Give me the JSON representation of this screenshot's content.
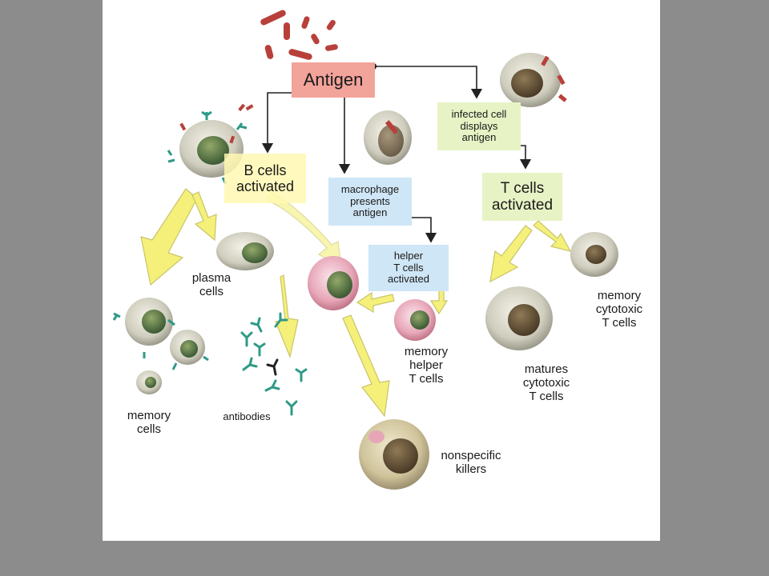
{
  "colors": {
    "background": "#8c8c8c",
    "panel": "#ffffff",
    "antigen_box": "#f2a39a",
    "green_box": "#e7f3c5",
    "blue_box": "#cfe6f6",
    "yellow_box": "#fff8b2",
    "arrow_yellow": "#f4f07a",
    "bacteria": "#b8403a",
    "antibody": "#2f9a86"
  },
  "boxes": {
    "antigen": "Antigen",
    "b_cells_activated": "B cells\nactivated",
    "macrophage": "macrophage\npresents\nantigen",
    "infected_cell": "infected cell\ndisplays\nantigen",
    "t_cells_activated": "T cells\nactivated",
    "helper_t": "helper\nT cells\nactivated"
  },
  "labels": {
    "plasma_cells": "plasma\ncells",
    "memory_cells": "memory\ncells",
    "antibodies": "antibodies",
    "memory_helper": "memory\nhelper\nT cells",
    "nonspecific_killers": "nonspecific\nkillers",
    "matures_cytotoxic": "matures\ncytotoxic\nT cells",
    "memory_cytotoxic": "memory\ncytotoxic\nT cells"
  }
}
